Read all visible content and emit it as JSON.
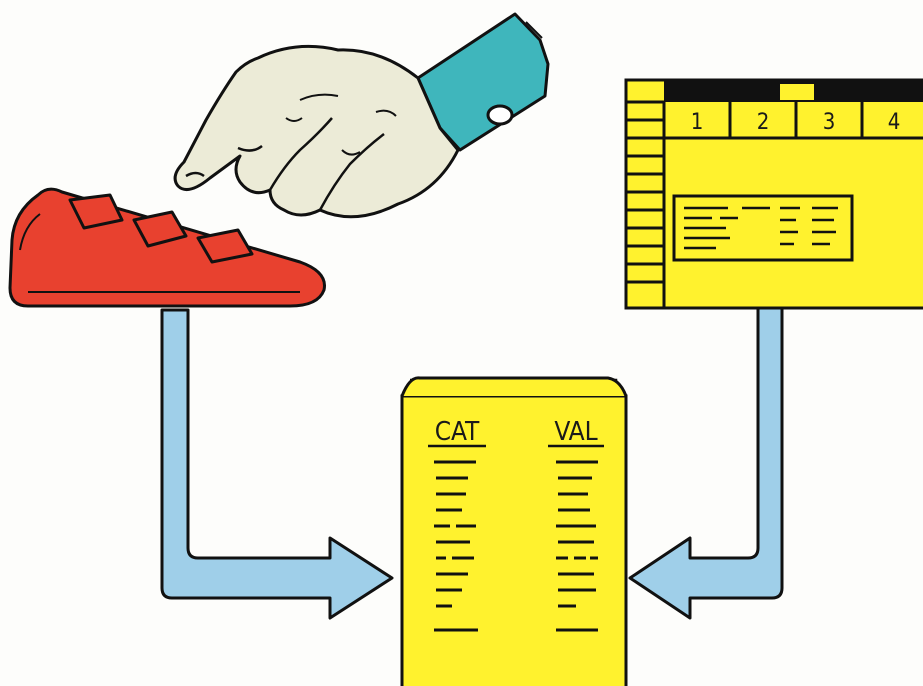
{
  "spreadsheet": {
    "column_headers": [
      "1",
      "2",
      "3",
      "4"
    ]
  },
  "file_document": {
    "column_labels": [
      "CAT",
      "VAL"
    ]
  },
  "colors": {
    "keyboard": "#e8412f",
    "hand": "#ecebd7",
    "cuff": "#3fb6bc",
    "document": "#fff22e",
    "arrow": "#9fcfe9",
    "outline": "#111111"
  }
}
